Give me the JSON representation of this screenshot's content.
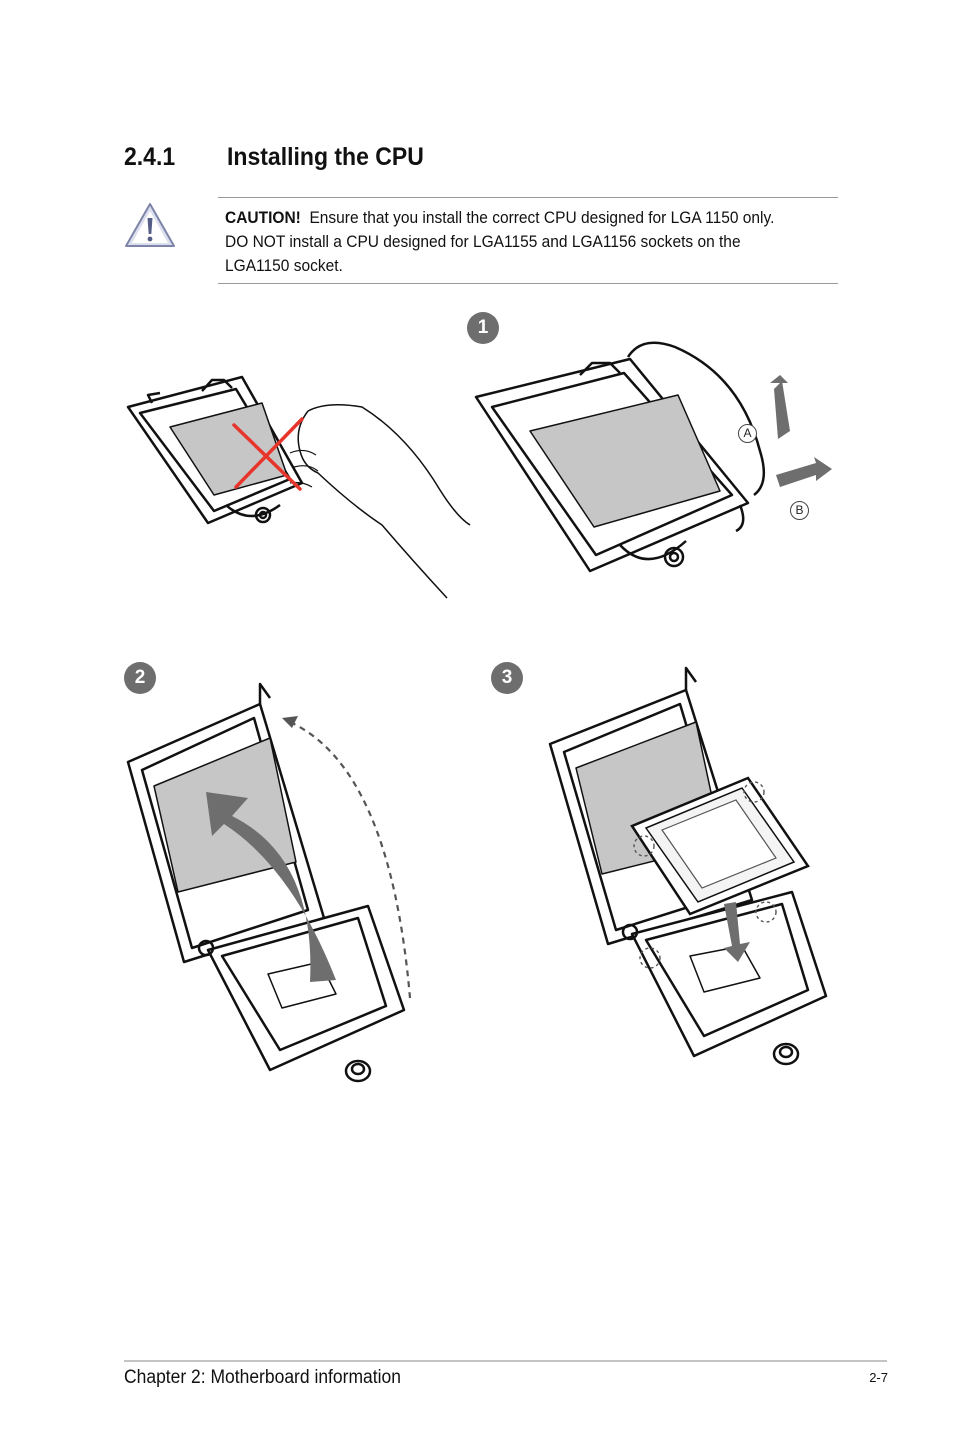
{
  "section": {
    "number": "2.4.1",
    "title": "Installing the CPU"
  },
  "caution": {
    "label": "CAUTION!",
    "text": "Ensure that you install the correct CPU designed for LGA 1150 only. DO NOT install a CPU designed for LGA1155 and LGA1156 sockets on the LGA1150 socket."
  },
  "steps": [
    {
      "badge": "1",
      "sub_a": "A",
      "sub_b": "B"
    },
    {
      "badge": "2"
    },
    {
      "badge": "3"
    }
  ],
  "colors": {
    "badge": "#6e6e6e",
    "arrow": "#6e6e6e",
    "cross": "#e8352b",
    "cpu_shade": "#b9b9b9"
  },
  "footer": {
    "chapter": "Chapter 2: Motherboard information",
    "page": "2-7"
  }
}
